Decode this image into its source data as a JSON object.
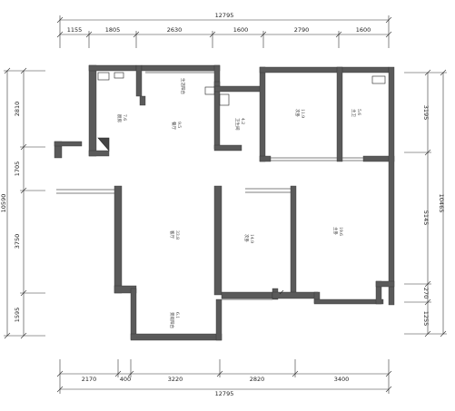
{
  "dimensions": {
    "top_total": "12795",
    "top_segments": [
      "1155",
      "1805",
      "2630",
      "1600",
      "2790",
      "1600"
    ],
    "bottom_total": "12795",
    "bottom_segments": [
      "2170",
      "400",
      "3220",
      "2820",
      "3400"
    ],
    "left_total": "10590",
    "left_segments": [
      "2810",
      "1705",
      "3750",
      "1595"
    ],
    "right_total": "10465",
    "right_segments": [
      "3195",
      "5145",
      "270",
      "1255"
    ]
  },
  "rooms": [
    {
      "label": "厨房",
      "area": "7.6"
    },
    {
      "label": "生活阳台",
      "area": ""
    },
    {
      "label": "餐厅",
      "area": "9.5"
    },
    {
      "label": "卫生间",
      "area": "4.2"
    },
    {
      "label": "次卧",
      "area": "11.9"
    },
    {
      "label": "主卫",
      "area": "5.6"
    },
    {
      "label": "客厅",
      "area": "33.8"
    },
    {
      "label": "次卧",
      "area": "14.9"
    },
    {
      "label": "主卧",
      "area": "19.6"
    },
    {
      "label": "景观阳台",
      "area": "6.1"
    }
  ]
}
